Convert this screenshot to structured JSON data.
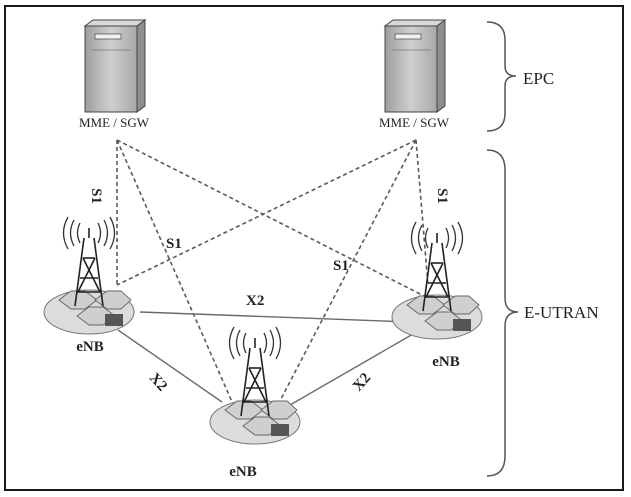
{
  "diagram": {
    "core_label": "EPC",
    "access_label": "E-UTRAN",
    "gateways": [
      {
        "label": "MME / SGW"
      },
      {
        "label": "MME / SGW"
      }
    ],
    "nodes": [
      {
        "label": "eNB"
      },
      {
        "label": "eNB"
      },
      {
        "label": "eNB"
      }
    ],
    "interfaces": {
      "s1_left": "S1",
      "s1_cross_left": "S1",
      "s1_cross_right": "S1",
      "s1_right": "S1",
      "x2_top": "X2",
      "x2_left": "X2",
      "x2_right": "X2"
    },
    "colors": {
      "line": "#555555",
      "text": "#222222",
      "server_body": "#bdbdbd",
      "cell_fill": "#e0e0e0"
    }
  }
}
